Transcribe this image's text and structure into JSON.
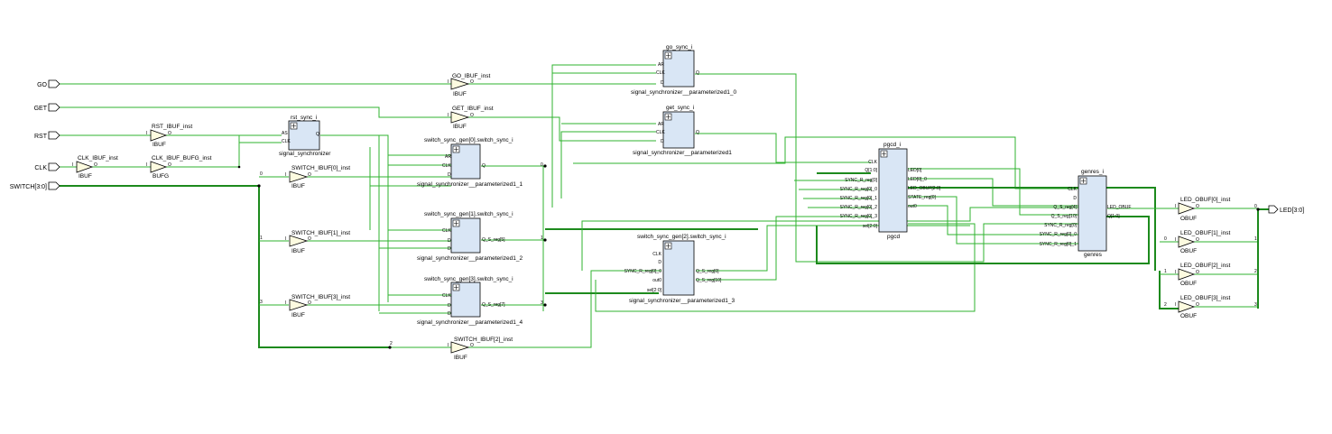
{
  "ports_in": {
    "go": "GO",
    "get": "GET",
    "rst": "RST",
    "clk": "CLK",
    "switch": "SWITCH[3:0]"
  },
  "port_out": {
    "led": "LED[3:0]"
  },
  "ibufs": {
    "clk_ibuf": {
      "name": "CLK_IBUF_inst",
      "type": "IBUF"
    },
    "clk_bufg": {
      "name": "CLK_IBUF_BUFG_inst",
      "type": "BUFG"
    },
    "rst_ibuf": {
      "name": "RST_IBUF_inst",
      "type": "IBUF"
    },
    "go_ibuf": {
      "name": "GO_IBUF_inst",
      "type": "IBUF"
    },
    "get_ibuf": {
      "name": "GET_IBUF_inst",
      "type": "IBUF"
    },
    "sw0": {
      "name": "SWITCH_IBUF[0]_inst",
      "type": "IBUF"
    },
    "sw1": {
      "name": "SWITCH_IBUF[1]_inst",
      "type": "IBUF"
    },
    "sw3": {
      "name": "SWITCH_IBUF[3]_inst",
      "type": "IBUF"
    },
    "sw2": {
      "name": "SWITCH_IBUF[2]_inst",
      "type": "IBUF"
    }
  },
  "obufs": {
    "led0": {
      "name": "LED_OBUF[0]_inst",
      "type": "OBUF"
    },
    "led1": {
      "name": "LED_OBUF[1]_inst",
      "type": "OBUF"
    },
    "led2": {
      "name": "LED_OBUF[2]_inst",
      "type": "OBUF"
    },
    "led3": {
      "name": "LED_OBUF[3]_inst",
      "type": "OBUF"
    }
  },
  "pin_labels": {
    "I": "I",
    "O": "O",
    "AS": "AS",
    "AR": "AR",
    "CLK": "CLK",
    "D": "D",
    "Q": "Q"
  },
  "bus_idx": {
    "b0": "0",
    "b1": "1",
    "b2": "2",
    "b3": "3"
  },
  "cells": {
    "rst_sync": {
      "name": "rst_sync_i",
      "type": "signal_synchronizer"
    },
    "go_sync": {
      "name": "go_sync_i",
      "type": "signal_synchronizer__parameterized1_0"
    },
    "get_sync": {
      "name": "get_sync_i",
      "type": "signal_synchronizer__parameterized1"
    },
    "sw0": {
      "name": "switch_sync_gen[0].switch_sync_i",
      "type": "signal_synchronizer__parameterized1_1",
      "out": "Q"
    },
    "sw1": {
      "name": "switch_sync_gen[1].switch_sync_i",
      "type": "signal_synchronizer__parameterized1_2",
      "out": "Q_S_reg[5]"
    },
    "sw3": {
      "name": "switch_sync_gen[3].switch_sync_i",
      "type": "signal_synchronizer__parameterized1_4",
      "out": "Q_S_reg[7]"
    },
    "sw2": {
      "name": "switch_sync_gen[2].switch_sync_i",
      "type": "signal_synchronizer__parameterized1_3",
      "pins_in": [
        "CLK",
        "D",
        "SYNC_R_reg[0]_0",
        "out0",
        "sel[2:0]"
      ],
      "pins_out": [
        "Q_S_reg[0]",
        "Q_S_reg[10]"
      ]
    },
    "pgcd": {
      "name": "pgcd_i",
      "type": "pgcd",
      "pins_in": [
        "CLK",
        "Q[1:0]",
        "SYNC_R_reg[0]",
        "SYNC_R_reg[0]_0",
        "SYNC_R_reg[0]_1",
        "SYNC_R_reg[0]_2",
        "SYNC_R_reg[0]_3",
        "sel[2:0]"
      ],
      "pins_out": [
        "LED[0]",
        "LED[0]_0",
        "LED_OBUF[2:0]",
        "STATE_reg[0]",
        "out0"
      ]
    },
    "genres": {
      "name": "genres_i",
      "type": "genres",
      "pins_in": [
        "CLK",
        "D",
        "Q_S_reg[4]",
        "Q_S_reg[10]",
        "SYNC_R_reg[0]",
        "SYNC_R_reg[0]_0",
        "SYNC_R_reg[0]_1"
      ],
      "pins_out": [
        "LED_OBUF",
        "Q[1:0]"
      ]
    }
  }
}
